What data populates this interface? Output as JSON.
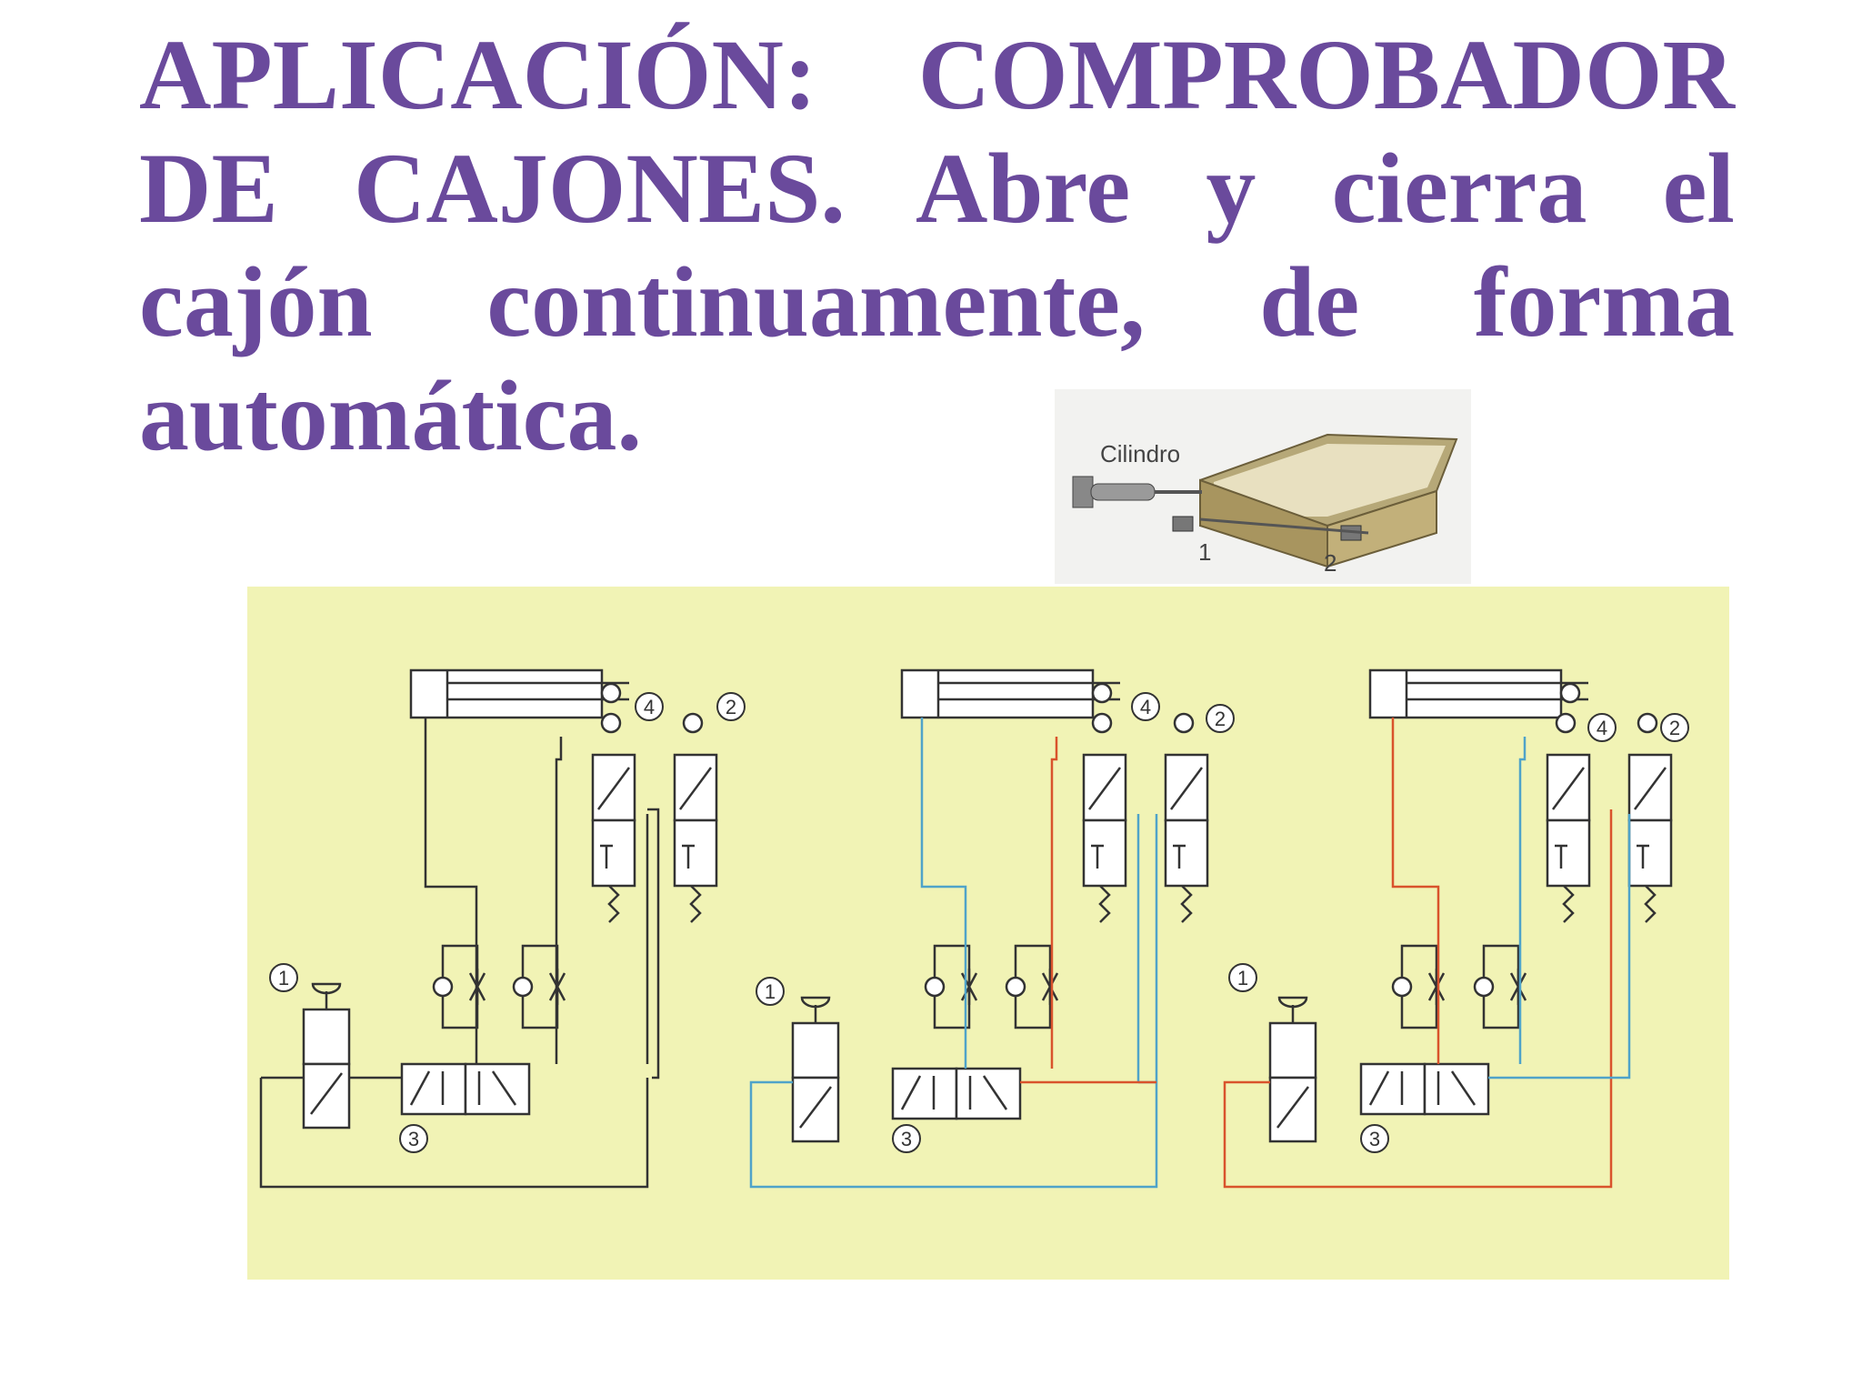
{
  "title": {
    "line1": "APLICACIÓN: COMPROBADOR",
    "line2": "DE CAJONES. Abre y cierra el",
    "line3": "cajón continuamente, de forma",
    "line4": "automática."
  },
  "photo": {
    "cylinder_label": "Cilindro",
    "sensor1_label": "1",
    "sensor2_label": "2"
  },
  "diagram": {
    "labels": [
      "1",
      "2",
      "3",
      "4"
    ],
    "colors": {
      "background": "#f1f3b5",
      "line": "#333333",
      "blue": "#4fa3c9",
      "red": "#d9532c",
      "title": "#6a4a9c"
    }
  }
}
